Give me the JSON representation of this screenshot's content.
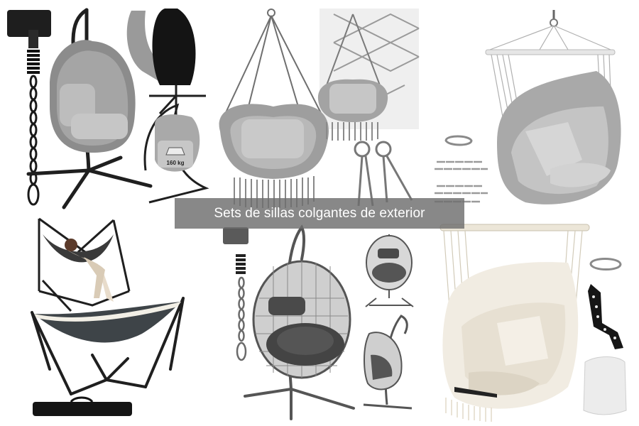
{
  "caption": {
    "text": "Sets de sillas colgantes de exterior"
  },
  "products": [
    {
      "name": "egg-chair-with-stand",
      "weight_label": "160 kg"
    },
    {
      "name": "macrame-hanging-chair"
    },
    {
      "name": "hammock-chair-grey"
    },
    {
      "name": "hammock-with-stand"
    },
    {
      "name": "rattan-egg-chair"
    },
    {
      "name": "hammock-chair-cream"
    }
  ],
  "colors": {
    "caption_bg": "#6e6e6e",
    "frame": "#222222",
    "fabric_grey": "#b9b9b9",
    "cream": "#efeae0"
  }
}
